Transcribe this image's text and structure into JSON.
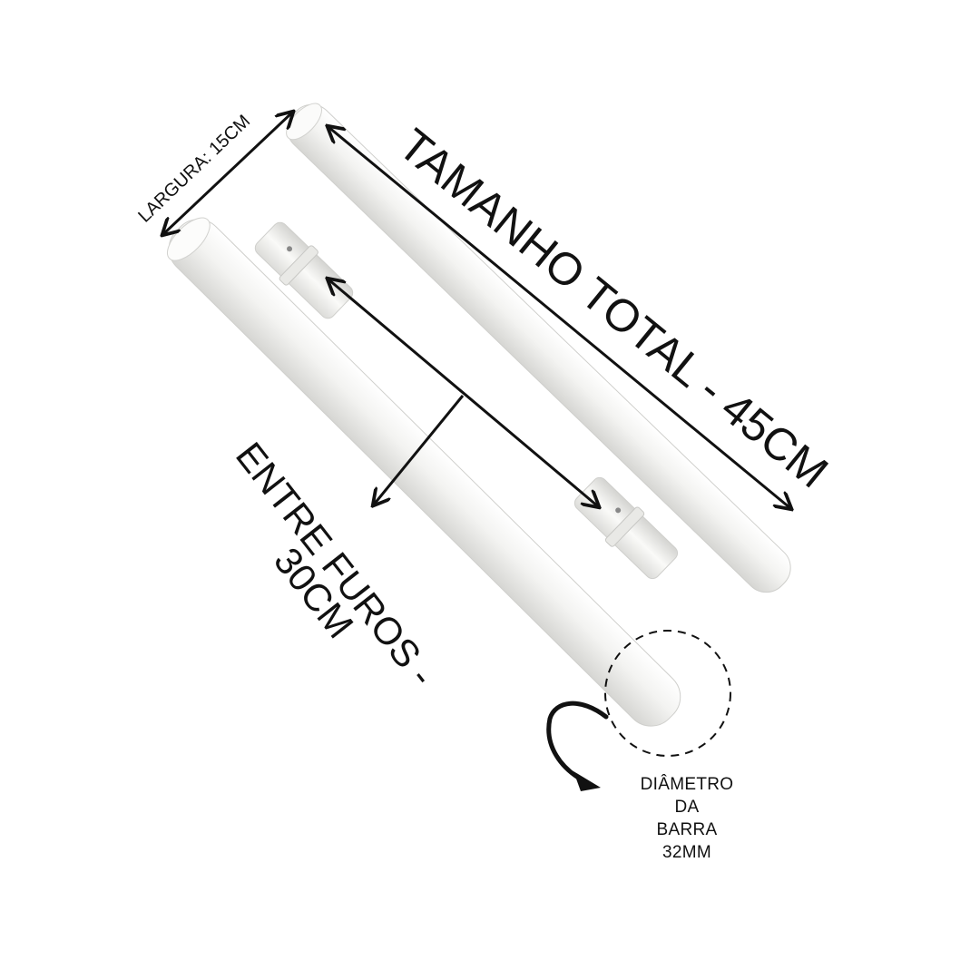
{
  "labels": {
    "width": "LARGURA: 15CM",
    "total_length": "TAMANHO TOTAL - 45CM",
    "between_holes_line1": "ENTRE FUROS -",
    "between_holes_line2": "30CM",
    "diameter_lines": [
      "DIÂMETRO",
      "DA",
      "BARRA",
      "32MM"
    ]
  },
  "colors": {
    "background": "#ffffff",
    "handle": "#f3f3f1",
    "handle_shadow": "#d9d9d6",
    "ink": "#111111"
  }
}
